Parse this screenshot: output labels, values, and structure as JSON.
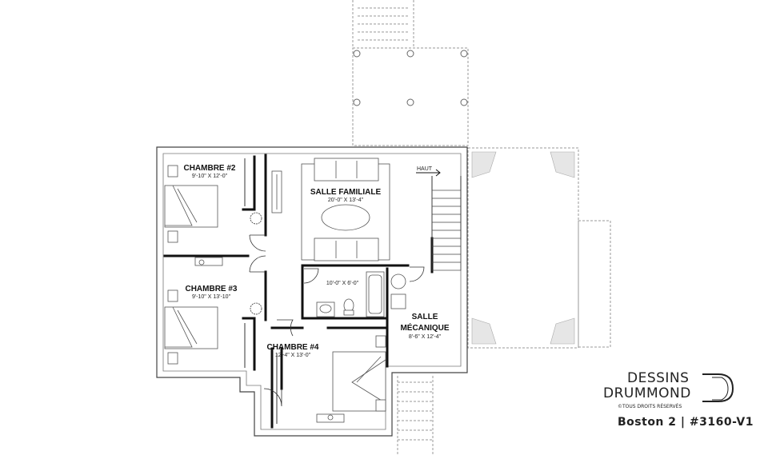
{
  "rooms": {
    "chambre2": {
      "name": "CHAMBRE #2",
      "dim": "9'-10\" X 12'-0\""
    },
    "chambre3": {
      "name": "CHAMBRE #3",
      "dim": "9'-10\" X 13'-10\""
    },
    "chambre4": {
      "name": "CHAMBRE #4",
      "dim": "12'-4\" X 13'-0\""
    },
    "salle_familiale": {
      "name": "SALLE FAMILIALE",
      "dim": "20'-0\" X 13'-4\""
    },
    "salle_bain": {
      "dim": "10'-0\" X 6'-0\""
    },
    "salle_mecanique": {
      "name_line1": "SALLE",
      "name_line2": "MÉCANIQUE",
      "dim": "8'-6\" X 12'-4\""
    }
  },
  "stair_label": "HAUT",
  "brand": {
    "line1": "DESSINS",
    "line2": "DRUMMOND",
    "copyright": "©TOUS DROITS RÉSERVÉS",
    "plan_name": "Boston 2 | #3160-V1"
  }
}
